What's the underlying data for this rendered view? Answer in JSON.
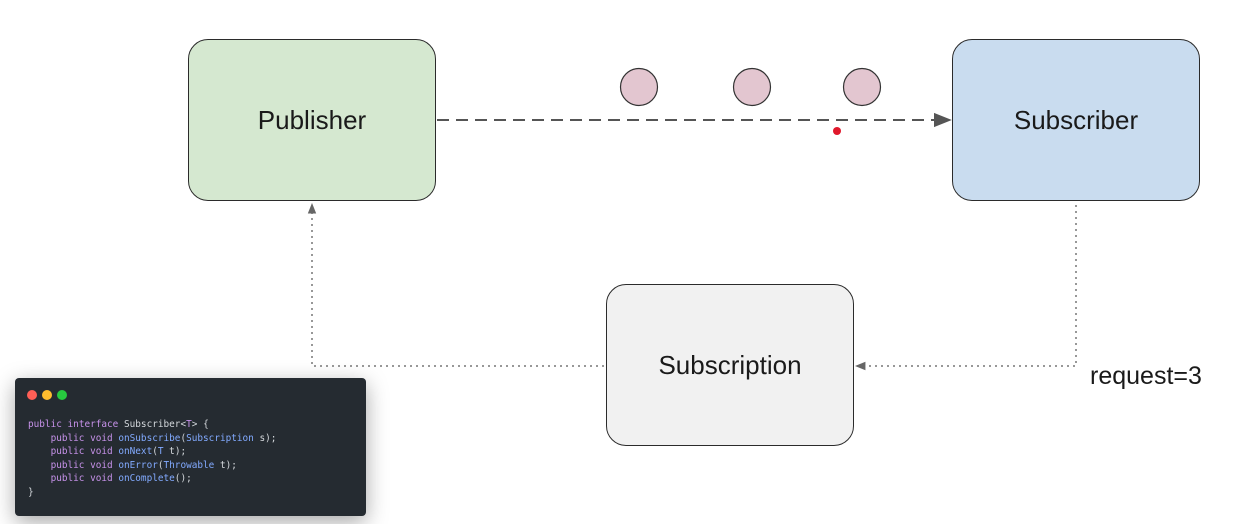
{
  "diagram": {
    "publisher_label": "Publisher",
    "subscriber_label": "Subscriber",
    "subscription_label": "Subscription",
    "request_label": "request=3",
    "colors": {
      "publisher_fill": "#d5e8d0",
      "subscriber_fill": "#c9dcef",
      "subscription_fill": "#f1f1f1",
      "item_fill": "#e3c6d0",
      "cursor_dot": "#e0182b"
    },
    "items_in_flight": 3
  },
  "code_window": {
    "line1": {
      "kw1": "public",
      "kw2": "interface",
      "name": "Subscriber",
      "generic": "T",
      "tail": " {"
    },
    "line2": {
      "kw1": "public",
      "kw2": "void",
      "fn": "onSubscribe",
      "type": "Subscription",
      "param": " s",
      "tail": ");"
    },
    "line3": {
      "kw1": "public",
      "kw2": "void",
      "fn": "onNext",
      "type": "T",
      "param": " t",
      "tail": ");"
    },
    "line4": {
      "kw1": "public",
      "kw2": "void",
      "fn": "onError",
      "type": "Throwable",
      "param": " t",
      "tail": ");"
    },
    "line5": {
      "kw1": "public",
      "kw2": "void",
      "fn": "onComplete",
      "tail": "();"
    },
    "line6": "}"
  }
}
